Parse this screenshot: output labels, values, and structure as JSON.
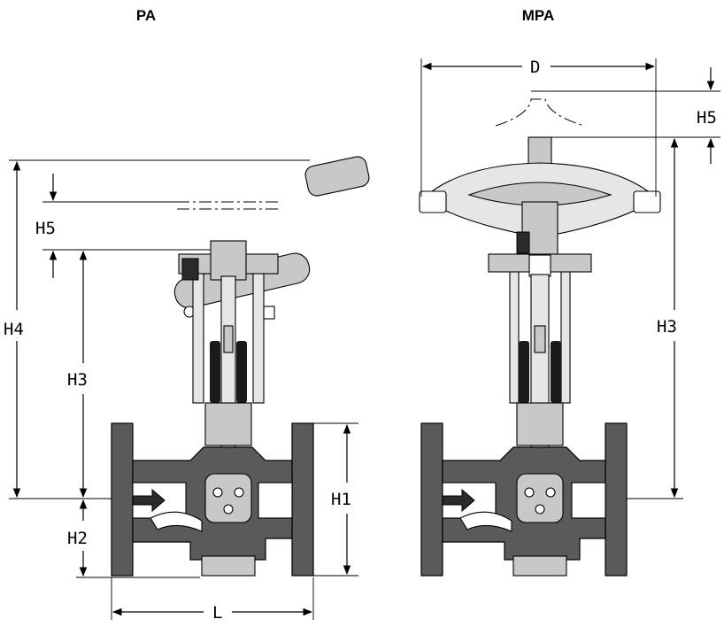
{
  "titles": {
    "left": "PA",
    "right": "MPA"
  },
  "dimensions": {
    "left": {
      "h4": "H4",
      "h5": "H5",
      "h3": "H3",
      "h2": "H2",
      "h1": "H1",
      "l": "L"
    },
    "right": {
      "d": "D",
      "h5": "H5",
      "h3": "H3"
    }
  },
  "colors": {
    "casting": "#5a5a5a",
    "parts": "#c8c8c8",
    "spring": "#1a1a1a"
  }
}
